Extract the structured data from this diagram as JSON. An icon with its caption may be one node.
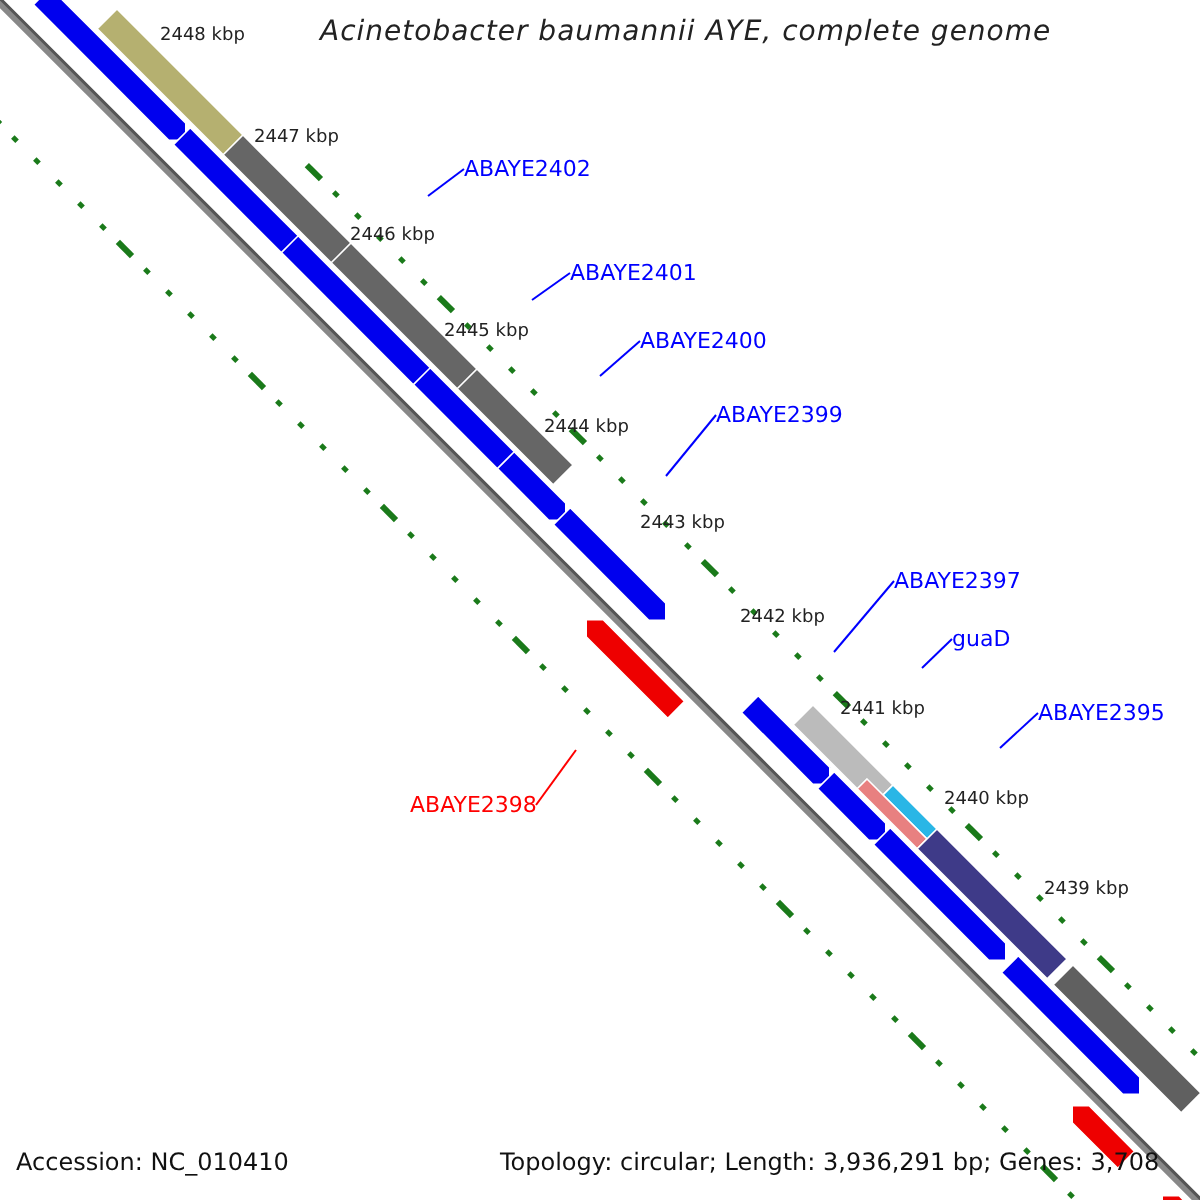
{
  "diagram": {
    "title": "Acinetobacter baumannii AYE, complete genome",
    "nodes": [
      {
        "text": [
          "ABAYE2402"
        ]
      },
      {
        "text": [
          "ABAYE2401"
        ]
      },
      {
        "text": [
          "ABAYE2400"
        ]
      },
      {
        "text": [
          "ABAYE2399"
        ]
      },
      {
        "text": [
          "ABAYE2397"
        ]
      },
      {
        "text": [
          "guaD"
        ]
      },
      {
        "text": [
          "ABAYE2395"
        ]
      },
      {
        "text": [
          "ABAYE2398"
        ]
      }
    ],
    "edges": [
      {
        "from": 0,
        "to": null,
        "arrow": "none"
      },
      {
        "from": 1,
        "to": null,
        "arrow": "none"
      },
      {
        "from": 2,
        "to": null,
        "arrow": "none"
      },
      {
        "from": 3,
        "to": null,
        "arrow": "none"
      },
      {
        "from": 4,
        "to": null,
        "arrow": "none"
      },
      {
        "from": 5,
        "to": null,
        "arrow": "none"
      },
      {
        "from": 6,
        "to": null,
        "arrow": "none"
      },
      {
        "from": 7,
        "to": null,
        "arrow": "none",
        "color": "#ff0000"
      }
    ],
    "labels": [
      "2448 kbp",
      "2447 kbp",
      "2446 kbp",
      "2445 kbp",
      "2444 kbp",
      "2443 kbp",
      "2442 kbp",
      "2441 kbp",
      "2440 kbp",
      "2439 kbp",
      "Accession: NC_010410",
      "Topology: circular; Length: 3,936,291 bp; Genes: 3,708"
    ]
  }
}
